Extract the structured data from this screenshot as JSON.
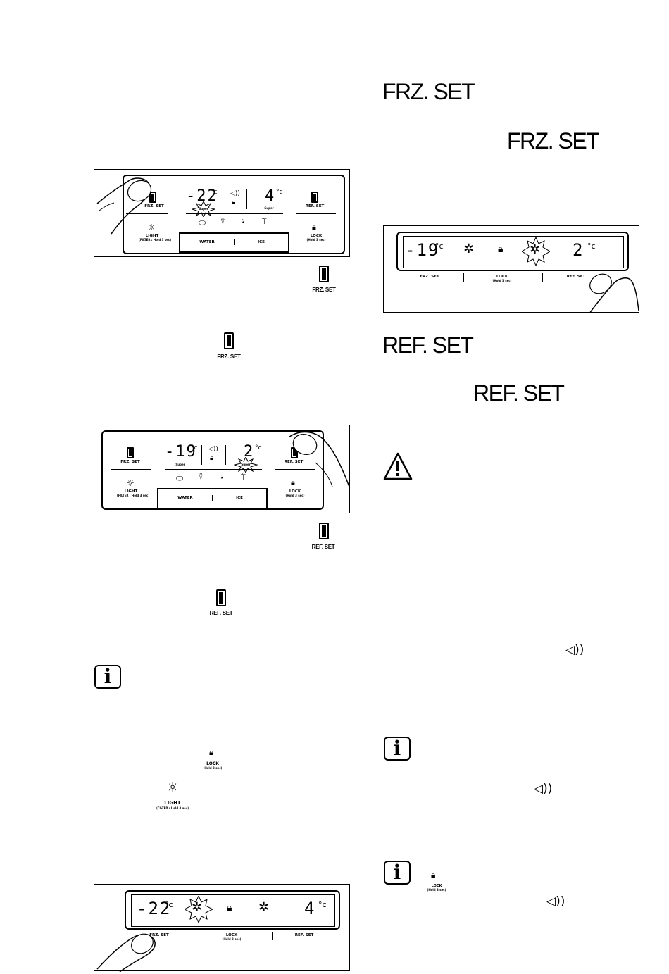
{
  "headings": {
    "frz_set_1": "FRZ. SET",
    "frz_set_2": "FRZ. SET",
    "ref_set_1": "REF. SET",
    "ref_set_2": "REF. SET"
  },
  "labels": {
    "frz_set": "FRZ. SET",
    "ref_set": "REF. SET",
    "lock": "LOCK",
    "lock_hold": "(Hold 3 sec)",
    "light": "LIGHT",
    "light_filter": "(FILTER : Hold 3 sec)",
    "water": "WATER",
    "ice": "ICE",
    "super": "Super",
    "deg_c": "°c"
  },
  "panel1": {
    "freezer_temp": "-22",
    "fridge_temp": "4"
  },
  "panel2": {
    "freezer_temp": "-19",
    "fridge_temp": "2"
  },
  "panel3": {
    "freezer_temp": "-19",
    "fridge_temp": "2"
  },
  "panel4": {
    "freezer_temp": "-22",
    "fridge_temp": "4"
  },
  "icons": [
    "finger-icon",
    "snowflake-icon",
    "lock-icon",
    "sound-icon",
    "light-icon",
    "info-icon",
    "warning-icon",
    "water-drop-icon",
    "ice-cube-icon"
  ]
}
